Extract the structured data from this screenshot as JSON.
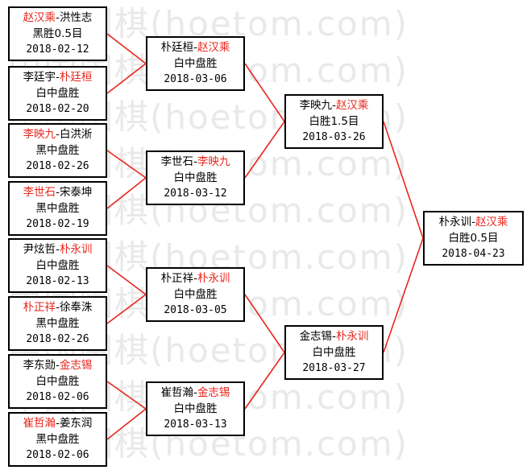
{
  "watermark": "中国围棋(hoetom.com)",
  "colors": {
    "winner": "#e8261d",
    "connector": "#e8261d"
  },
  "matches": [
    {
      "id": "r1m1",
      "p1": "赵汉乘",
      "p2": "洪性志",
      "winner": 1,
      "result": "黑胜0.5目",
      "date": "2018-02-12"
    },
    {
      "id": "r1m2",
      "p1": "李廷宇",
      "p2": "朴廷桓",
      "winner": 2,
      "result": "白中盘胜",
      "date": "2018-02-20"
    },
    {
      "id": "r1m3",
      "p1": "李映九",
      "p2": "白洪淅",
      "winner": 1,
      "result": "黑中盘胜",
      "date": "2018-02-26"
    },
    {
      "id": "r1m4",
      "p1": "李世石",
      "p2": "宋泰坤",
      "winner": 1,
      "result": "黑中盘胜",
      "date": "2018-02-19"
    },
    {
      "id": "r1m5",
      "p1": "尹炫哲",
      "p2": "朴永训",
      "winner": 2,
      "result": "白中盘胜",
      "date": "2018-02-13"
    },
    {
      "id": "r1m6",
      "p1": "朴正祥",
      "p2": "徐奉洙",
      "winner": 1,
      "result": "黑中盘胜",
      "date": "2018-02-26"
    },
    {
      "id": "r1m7",
      "p1": "李东勋",
      "p2": "金志锡",
      "winner": 2,
      "result": "白中盘胜",
      "date": "2018-02-06"
    },
    {
      "id": "r1m8",
      "p1": "崔哲瀚",
      "p2": "姜东润",
      "winner": 1,
      "result": "黑中盘胜",
      "date": "2018-02-06"
    },
    {
      "id": "r2m1",
      "p1": "朴廷桓",
      "p2": "赵汉乘",
      "winner": 2,
      "result": "白中盘胜",
      "date": "2018-03-06"
    },
    {
      "id": "r2m2",
      "p1": "李世石",
      "p2": "李映九",
      "winner": 2,
      "result": "白中盘胜",
      "date": "2018-03-12"
    },
    {
      "id": "r2m3",
      "p1": "朴正祥",
      "p2": "朴永训",
      "winner": 2,
      "result": "白中盘胜",
      "date": "2018-03-05"
    },
    {
      "id": "r2m4",
      "p1": "崔哲瀚",
      "p2": "金志锡",
      "winner": 2,
      "result": "白中盘胜",
      "date": "2018-03-13"
    },
    {
      "id": "r3m1",
      "p1": "李映九",
      "p2": "赵汉乘",
      "winner": 2,
      "result": "白胜1.5目",
      "date": "2018-03-26"
    },
    {
      "id": "r3m2",
      "p1": "金志锡",
      "p2": "朴永训",
      "winner": 2,
      "result": "白中盘胜",
      "date": "2018-03-27"
    },
    {
      "id": "final",
      "p1": "朴永训",
      "p2": "赵汉乘",
      "winner": 2,
      "result": "白胜0.5目",
      "date": "2018-04-23"
    }
  ]
}
